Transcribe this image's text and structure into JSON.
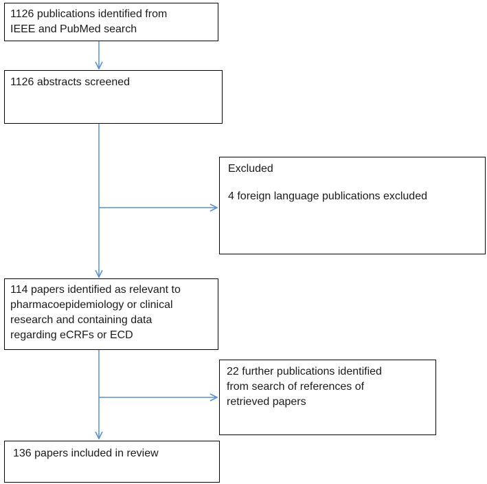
{
  "boxes": {
    "identified": {
      "text": "1126 publications identified from\nIEEE and PubMed search"
    },
    "screened": {
      "text": "1126 abstracts screened"
    },
    "excluded": {
      "heading": "Excluded",
      "detail": "4 foreign language publications excluded"
    },
    "relevant": {
      "text": "114 papers identified as relevant to\npharmacoepidemiology or clinical\nresearch and containing data\nregarding eCRFs or ECD"
    },
    "further": {
      "text": "22 further publications identified\nfrom search of references of\nretrieved papers"
    },
    "included": {
      "text": "136 papers included in review"
    }
  },
  "colors": {
    "arrow": "#5b8fc9",
    "border": "#000000"
  }
}
